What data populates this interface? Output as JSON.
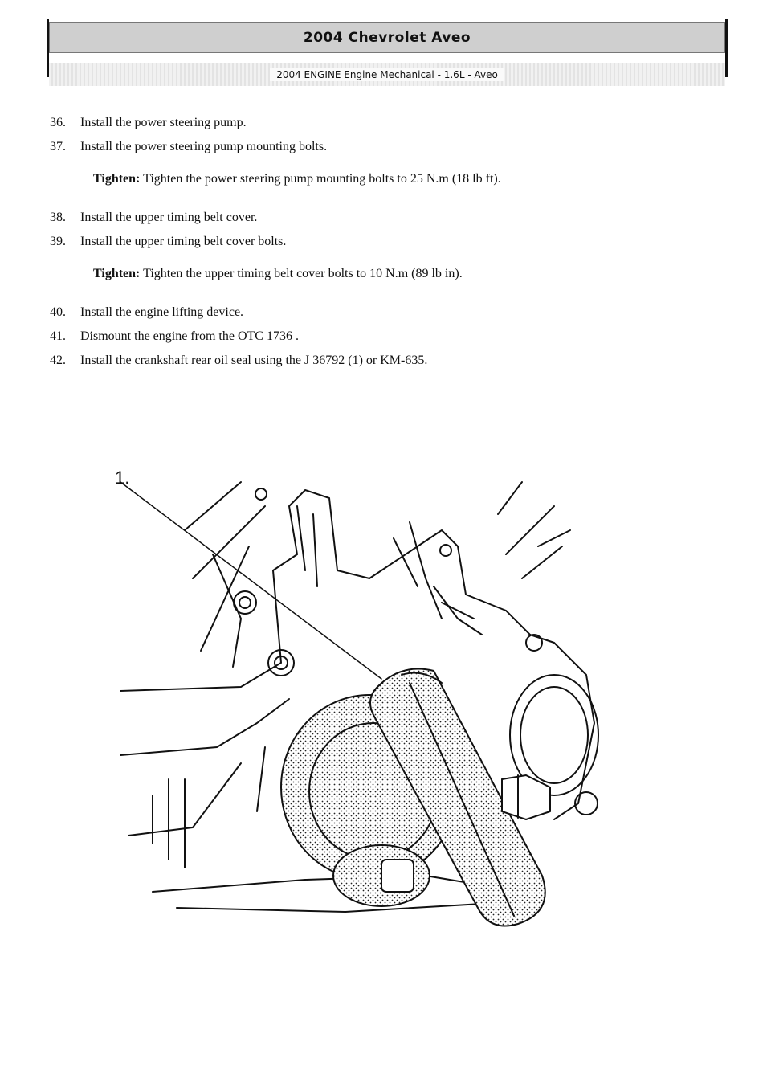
{
  "header": {
    "title": "2004 Chevrolet Aveo",
    "subtitle": "2004 ENGINE Engine Mechanical - 1.6L - Aveo"
  },
  "steps": [
    {
      "num": "36.",
      "text": "Install the power steering pump."
    },
    {
      "num": "37.",
      "text": "Install the power steering pump mounting bolts."
    },
    {
      "num": "38.",
      "text": "Install the upper timing belt cover."
    },
    {
      "num": "39.",
      "text": "Install the upper timing belt cover bolts."
    },
    {
      "num": "40.",
      "text": "Install the engine lifting device."
    },
    {
      "num": "41.",
      "text": "Dismount the engine from the OTC 1736 ."
    },
    {
      "num": "42.",
      "text": "Install the crankshaft rear oil seal using the J 36792 (1) or KM-635."
    }
  ],
  "tighten_notes": [
    {
      "label": "Tighten:",
      "text": "Tighten the power steering pump mounting bolts to 25 N.m (18 lb ft)."
    },
    {
      "label": "Tighten:",
      "text": "Tighten the upper timing belt cover bolts to 10 N.m (89 lb in)."
    }
  ],
  "figure": {
    "callout": "1."
  }
}
